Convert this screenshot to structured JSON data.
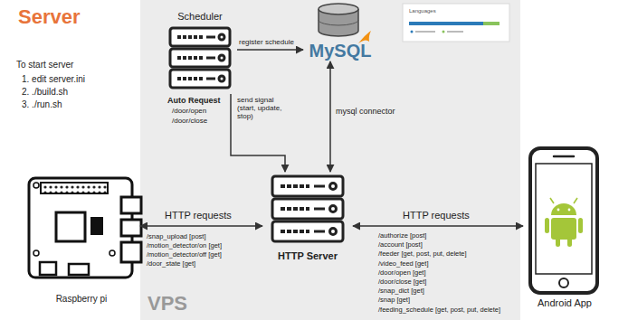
{
  "diagram": {
    "title": "Server",
    "nodes": [
      {
        "text": [
          "VPS"
        ]
      },
      {
        "text": [
          "Scheduler"
        ],
        "in": 0
      },
      {
        "text": [
          "MySQL"
        ],
        "in": 0
      },
      {
        "text": [
          "HTTP Server"
        ],
        "in": 0
      },
      {
        "text": [
          "Raspberry pi"
        ]
      },
      {
        "text": [
          "Android App"
        ]
      }
    ],
    "edges": [
      {
        "from": 1,
        "to": 2,
        "label": "register schedule",
        "arrow": "to"
      },
      {
        "from": 1,
        "to": 3,
        "label": "send signal (start, update, stop)",
        "arrow": "to"
      },
      {
        "from": 2,
        "to": 3,
        "label": "mysql connector",
        "arrow": "both"
      },
      {
        "from": 4,
        "to": 3,
        "label": "HTTP requests",
        "arrow": "both"
      },
      {
        "from": 3,
        "to": 5,
        "label": "HTTP requests",
        "arrow": "both"
      }
    ],
    "labels": [
      "To start server",
      "1. edit server.ini",
      "2. ./build.sh",
      "3. ./run.sh",
      "Languages",
      "Auto Request",
      "/door/open",
      "/door/close",
      "/snap_upload [post]",
      "/motion_detector/on [get]",
      "/motion_detector/off [get]",
      "/door_state [get]",
      "/authorize [post]",
      "/account [post]",
      "/feeder [get, post, put, delete]",
      "/video_feed [get]",
      "/door/open [get]",
      "/door/close [get]",
      "/snap_dict [get]",
      "/snap [get]",
      "/feeding_schedule [get, post, put, delete]"
    ]
  }
}
